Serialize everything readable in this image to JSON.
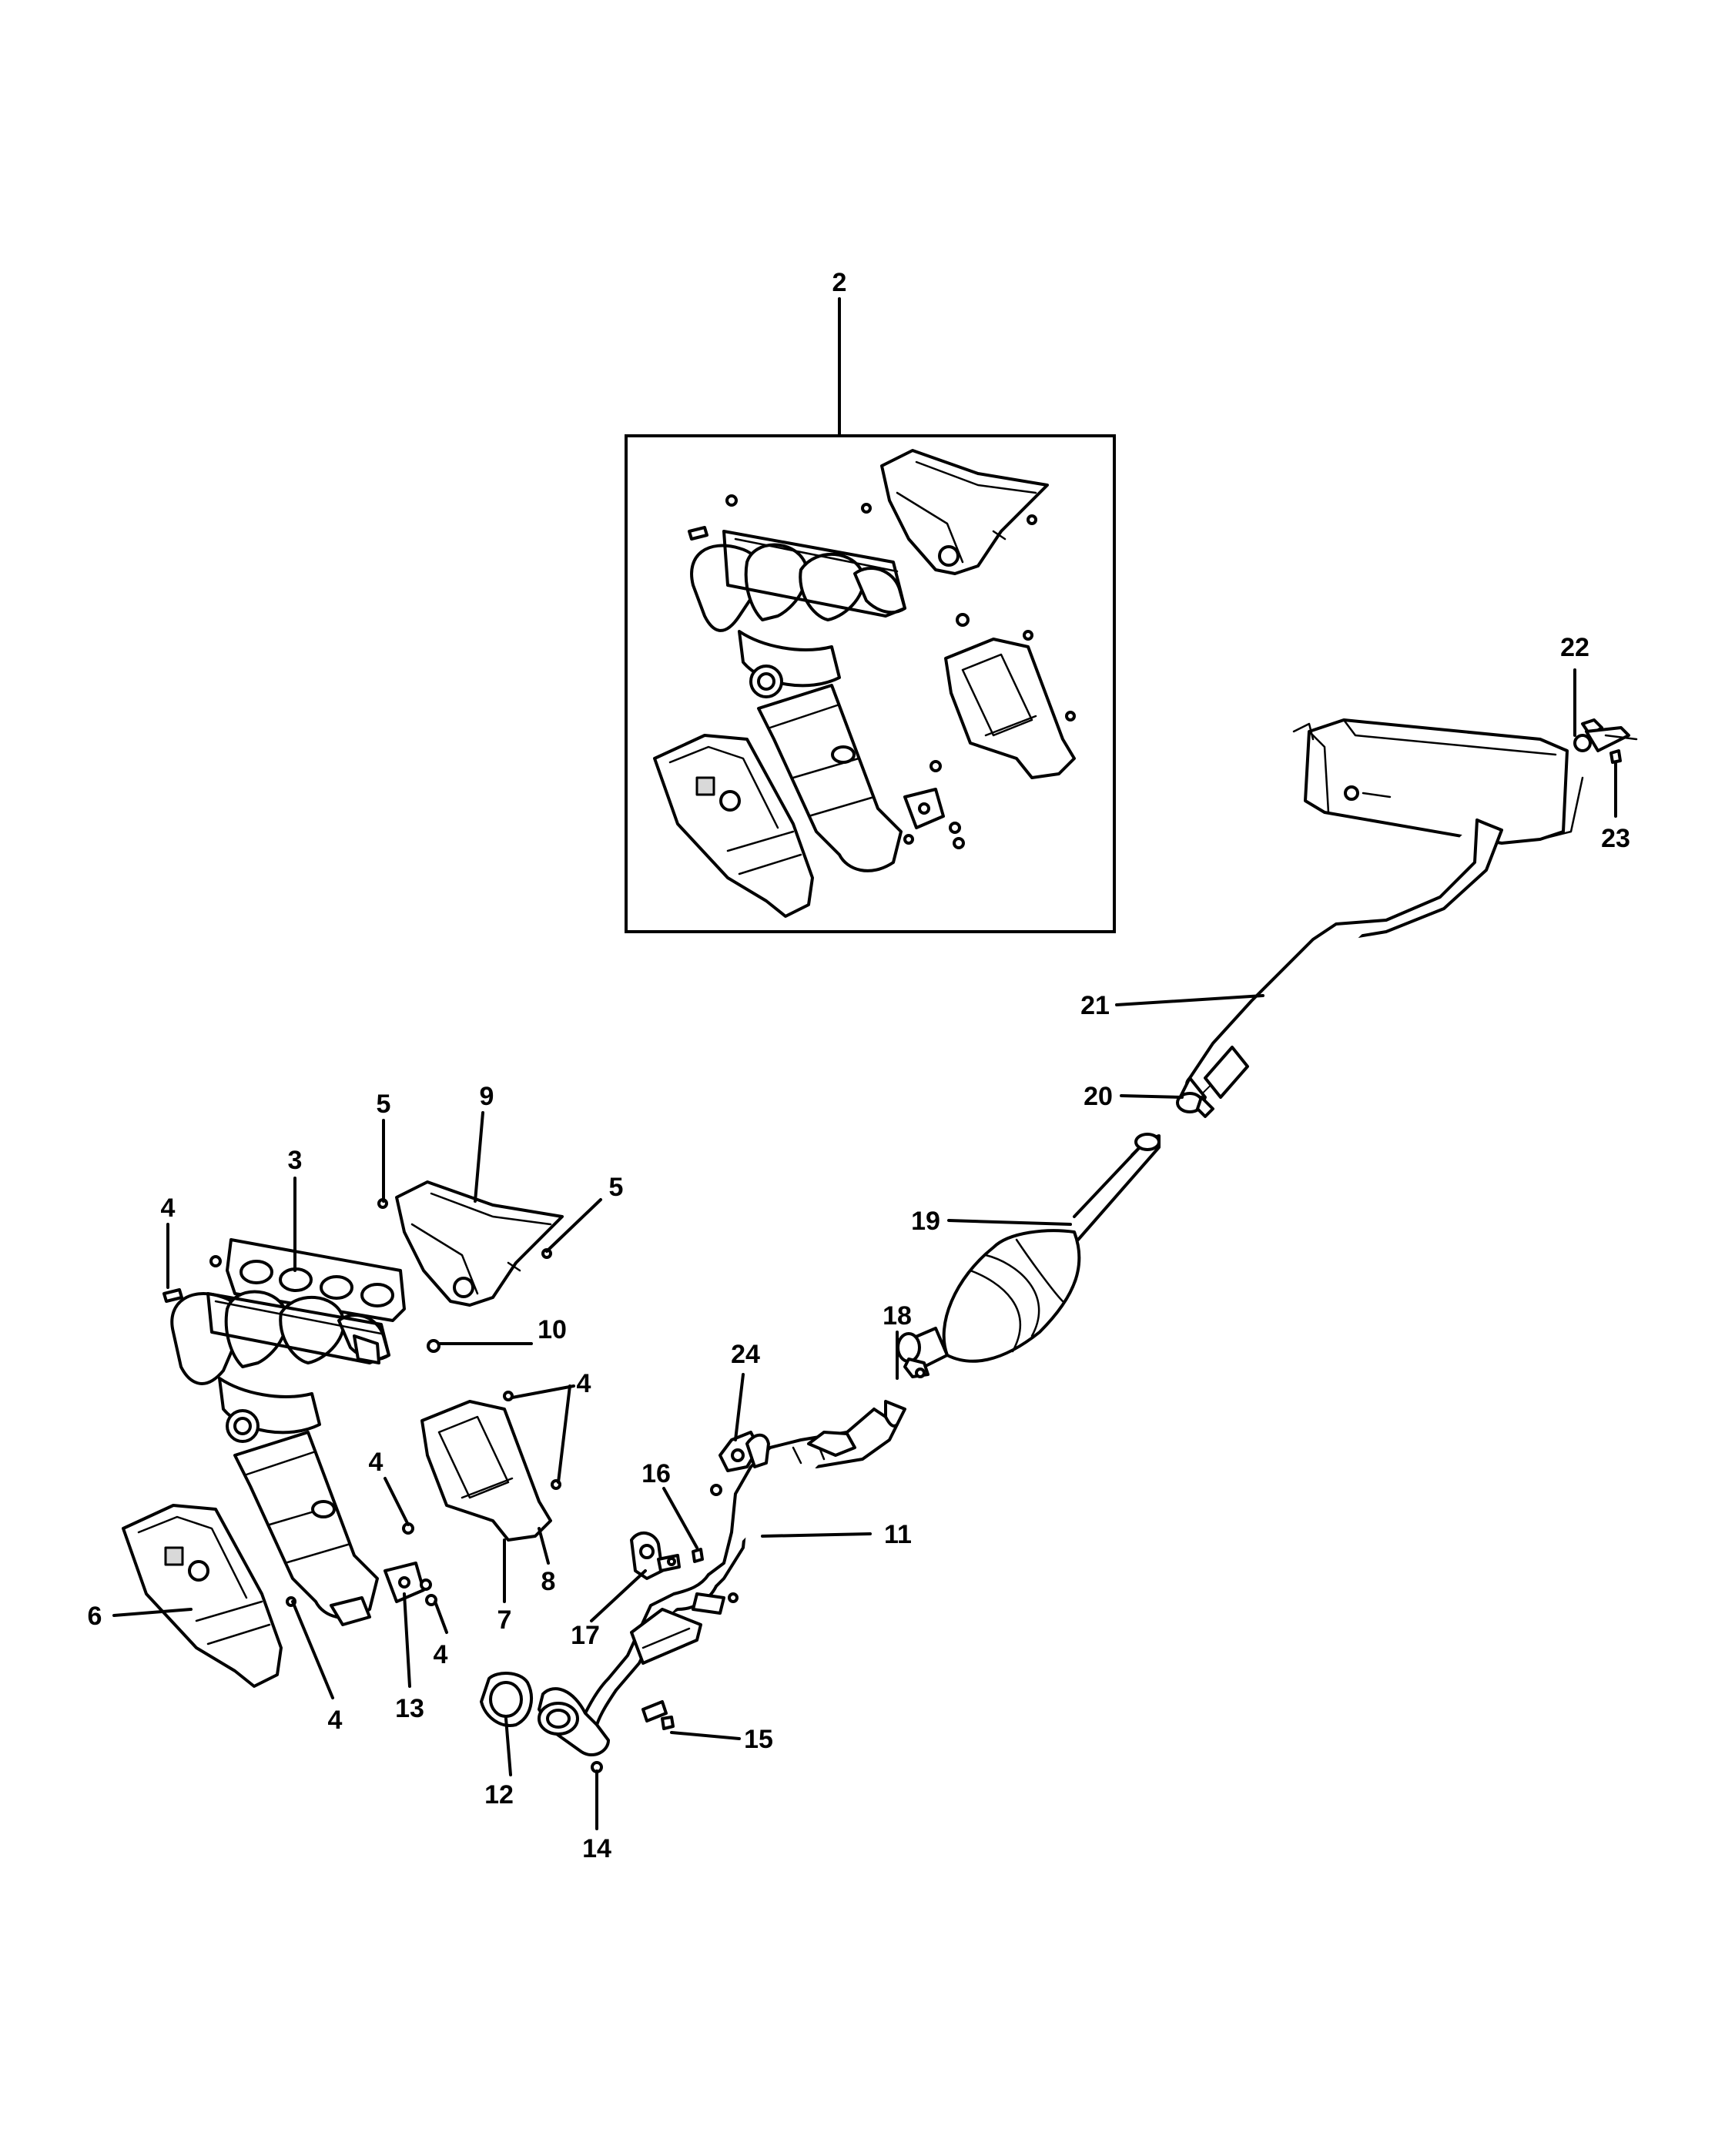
{
  "callouts": {
    "c2": "2",
    "c3": "3",
    "c4a": "4",
    "c4b": "4",
    "c4c": "4",
    "c4d": "4",
    "c4e": "4",
    "c5a": "5",
    "c5b": "5",
    "c6": "6",
    "c7": "7",
    "c8": "8",
    "c9": "9",
    "c10": "10",
    "c11": "11",
    "c12": "12",
    "c13": "13",
    "c14": "14",
    "c15": "15",
    "c16": "16",
    "c17": "17",
    "c18": "18",
    "c19": "19",
    "c20": "20",
    "c21": "21",
    "c22": "22",
    "c23": "23",
    "c24": "24"
  }
}
